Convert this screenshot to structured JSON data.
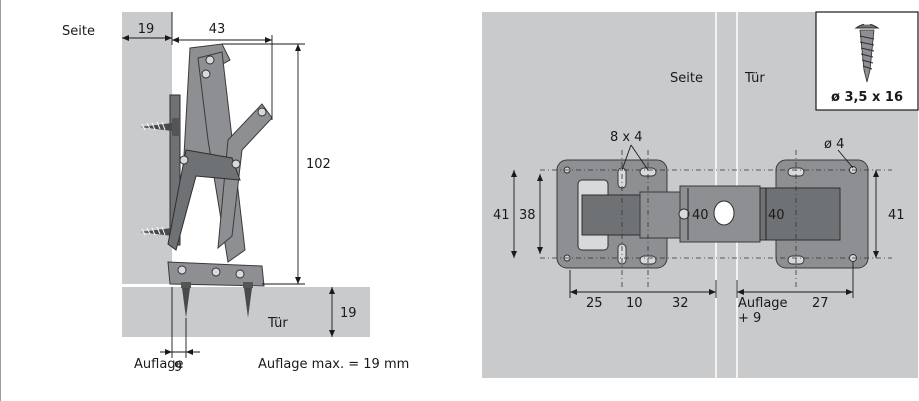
{
  "left_view": {
    "side_label": "Seite",
    "door_label": "Tür",
    "dim_side_thickness": "19",
    "dim_hinge_depth": "43",
    "dim_hinge_height": "102",
    "dim_door_thickness": "19",
    "overlay_label": "Auflage",
    "overlay_value": "9",
    "overlay_max_note": "Auflage max. = 19 mm"
  },
  "right_view": {
    "side_label": "Seite",
    "door_label": "Tür",
    "slot_label": "8 x 4",
    "hole_label": "ø 4",
    "dim_left_outer": "41",
    "dim_left_inner": "38",
    "dim_center_left": "40",
    "dim_center_right": "40",
    "dim_right_outer": "41",
    "dim_25": "25",
    "dim_10": "10",
    "dim_32": "32",
    "dim_27": "27",
    "overlay_label": "Auflage",
    "overlay_value": "+ 9"
  },
  "screw_box": {
    "label": "ø 3,5 x 16"
  }
}
